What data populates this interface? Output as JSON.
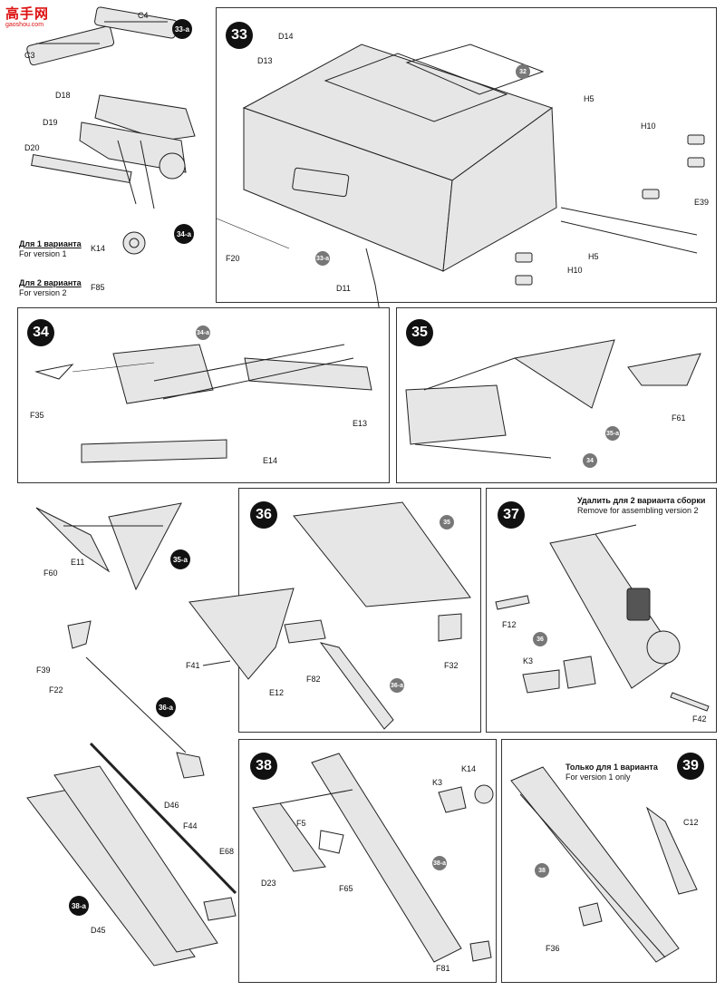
{
  "watermark": {
    "line1": "高手网",
    "line2": "gaoshou.com"
  },
  "steps": {
    "s33": "33",
    "s34": "34",
    "s35": "35",
    "s36": "36",
    "s37": "37",
    "s38": "38",
    "s39": "39"
  },
  "subassemblies": {
    "a33": "33-a",
    "a34": "34-a",
    "a35": "35-a",
    "a36": "36-a",
    "a38": "38-a"
  },
  "refs": {
    "r32": "32",
    "r33a": "33-a",
    "r34a": "34-a",
    "r35a": "35-a",
    "r34": "34",
    "r35": "35",
    "r36": "36",
    "r36a": "36-a",
    "r38a": "38-a",
    "r38": "38"
  },
  "variants": {
    "v1_ru": "Для 1 варианта",
    "v1_en": "For version 1",
    "v2_ru": "Для 2 варианта",
    "v2_en": "For version 2"
  },
  "notes": {
    "n37_ru": "Удалить для 2 варианта сборки",
    "n37_en": "Remove for assembling version 2",
    "n39_ru": "Только для 1 варианта",
    "n39_en": "For version 1 only"
  },
  "parts": {
    "C4": "C4",
    "C3": "C3",
    "D18": "D18",
    "D19": "D19",
    "D20": "D20",
    "K14a": "K14",
    "F85": "F85",
    "D14": "D14",
    "D13": "D13",
    "F20": "F20",
    "D11": "D11",
    "H5a": "H5",
    "H10a": "H10",
    "E39": "E39",
    "H5b": "H5",
    "H10b": "H10",
    "F35": "F35",
    "E13": "E13",
    "E14": "E14",
    "F61": "F61",
    "F60": "F60",
    "E11": "E11",
    "F41": "F41",
    "E12": "E12",
    "F82": "F82",
    "F32": "F32",
    "F12": "F12",
    "K3a": "K3",
    "F42": "F42",
    "F39": "F39",
    "F22": "F22",
    "D46": "D46",
    "F44": "F44",
    "E68": "E68",
    "D45": "D45",
    "F5": "F5",
    "D23": "D23",
    "F65": "F65",
    "K3b": "K3",
    "K14b": "K14",
    "F81": "F81",
    "C12": "C12",
    "F36": "F36"
  }
}
